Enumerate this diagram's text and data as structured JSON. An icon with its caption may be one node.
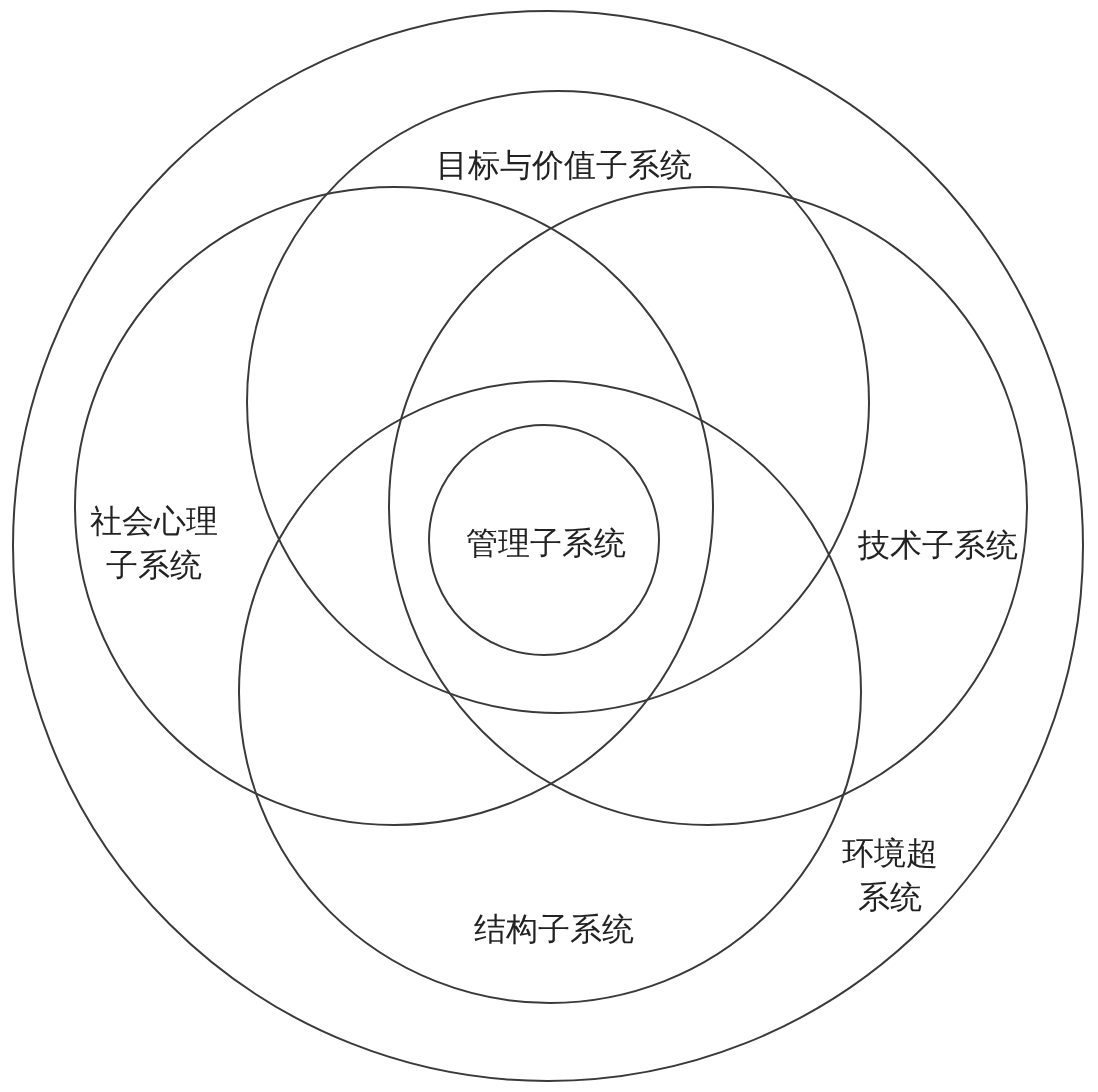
{
  "diagram": {
    "nodes": [
      {
        "text": [
          "环境超系统"
        ]
      },
      {
        "text": [
          "目标与价值子系统"
        ],
        "in": 0
      },
      {
        "text": [
          "社会心理子系统"
        ],
        "in": 0
      },
      {
        "text": [
          "管理子系统"
        ]
      },
      {
        "text": [
          "技术子系统"
        ],
        "in": 0
      },
      {
        "text": [
          "结构子系统"
        ],
        "in": 0
      }
    ]
  }
}
